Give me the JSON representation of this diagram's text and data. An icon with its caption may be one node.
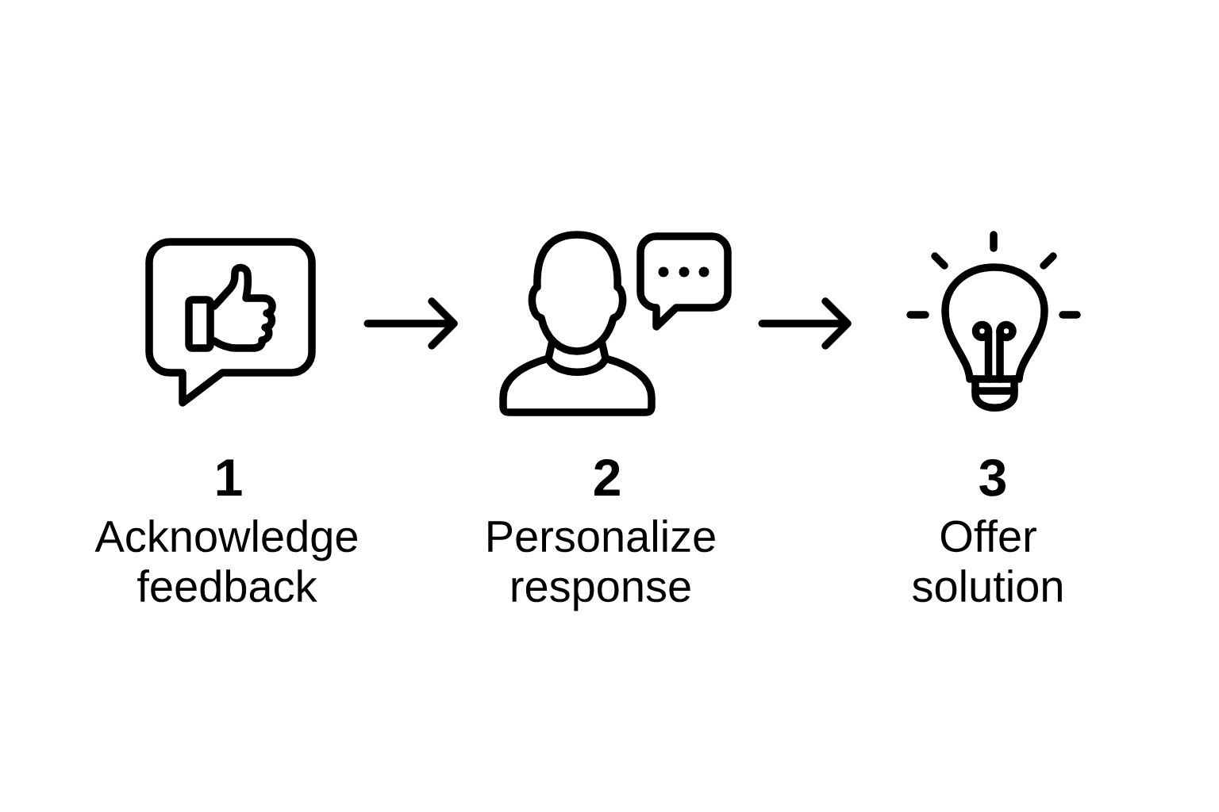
{
  "diagram": {
    "nodes": [
      {
        "text": [],
        "shape": "picture",
        "beside": [
          "1",
          "Acknowledge feedback"
        ]
      },
      {
        "text": [],
        "shape": "picture",
        "beside": [
          "2",
          "Personalize response"
        ]
      },
      {
        "text": [],
        "shape": "picture",
        "beside": [
          "3",
          "Offer solution"
        ]
      }
    ],
    "edges": [
      {
        "from": 0,
        "to": 1,
        "arrow": "to"
      },
      {
        "from": 1,
        "to": 2,
        "arrow": "to"
      }
    ]
  }
}
